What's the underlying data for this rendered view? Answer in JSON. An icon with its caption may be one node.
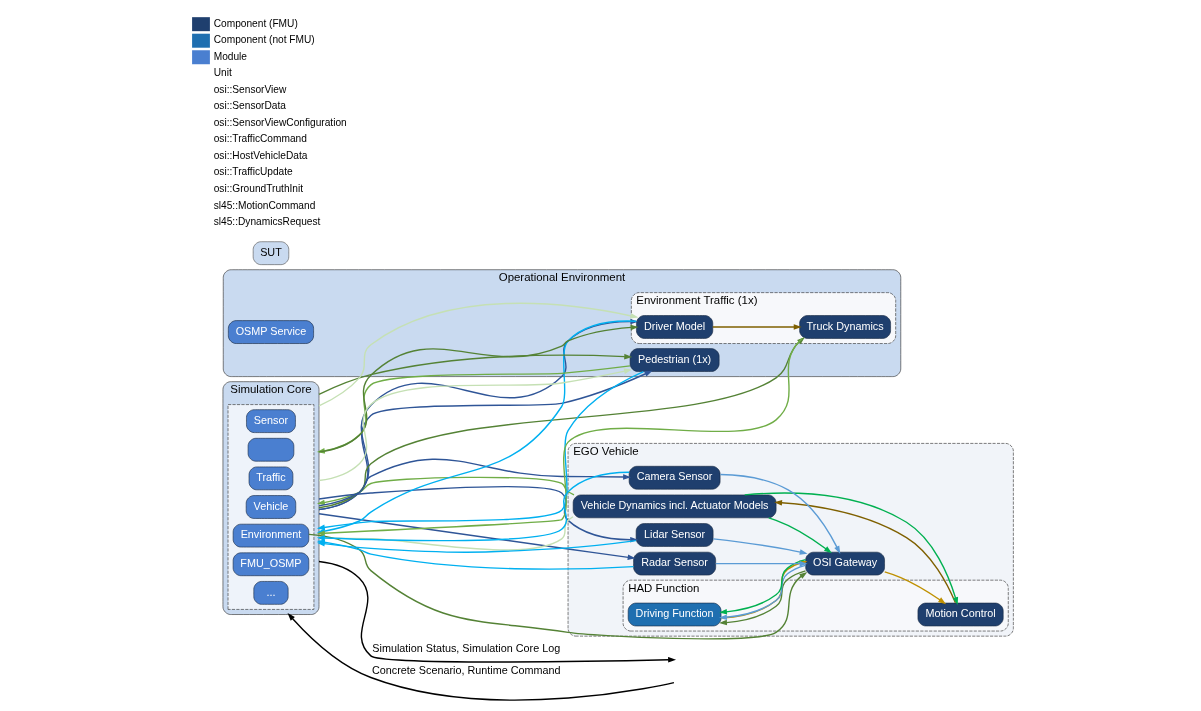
{
  "diagram": {
    "nodes": [
      {
        "text": [
          "Simulation Core"
        ]
      },
      {
        "text": [],
        "shape": "box",
        "in": 0
      },
      {
        "text": [
          "Vehicle"
        ],
        "in": 1
      },
      {
        "text": [
          "Environment"
        ],
        "in": 1
      },
      {
        "text": [],
        "shape": "box",
        "in": 1
      },
      {
        "text": [
          "Sensor"
        ],
        "in": 1
      },
      {
        "text": [
          "Traffic"
        ],
        "in": 1
      },
      {
        "text": [
          "FMU_OSMP"
        ],
        "in": 1
      },
      {
        "text": [
          "..."
        ],
        "in": 1
      },
      {
        "text": [
          "SUT"
        ]
      },
      {
        "text": [
          "Operational Environment"
        ]
      },
      {
        "text": [
          "EGO Vehicle"
        ]
      },
      {
        "text": [
          "HAD Function"
        ],
        "in": 11
      },
      {
        "text": [
          "Driving Function"
        ],
        "in": 12
      },
      {
        "text": [
          "Motion Control"
        ],
        "in": 12
      },
      {
        "text": [
          "Vehicle Dynamics incl. Actuator Models"
        ],
        "in": 11
      },
      {
        "text": [
          "OSI Gateway"
        ],
        "in": 11
      },
      {
        "text": [
          "Camera Sensor"
        ],
        "in": 11
      },
      {
        "text": [
          "Radar Sensor"
        ],
        "in": 11
      },
      {
        "text": [
          "Lidar Sensor"
        ],
        "in": 11
      },
      {
        "text": [
          "Pedestrian (1x)"
        ],
        "in": 10
      },
      {
        "text": [
          "OSMP Service"
        ],
        "in": 10
      },
      {
        "text": [
          "Environment Traffic (1x)"
        ],
        "in": 10
      },
      {
        "text": [
          "Driver Model"
        ],
        "in": 22
      },
      {
        "text": [
          "Truck Dynamics"
        ],
        "in": 22
      }
    ],
    "edges": [
      {
        "from": 3,
        "to": 16,
        "arrow": "to",
        "color": "#548235"
      },
      {
        "from": 0,
        "to": 17,
        "arrow": "to",
        "color": "#2f5597"
      },
      {
        "from": 17,
        "to": 0,
        "arrow": "to",
        "color": "#00b0f0"
      },
      {
        "from": 0,
        "to": 18,
        "arrow": "to",
        "color": "#2f5597"
      },
      {
        "from": 18,
        "to": 0,
        "arrow": "to",
        "color": "#00b0f0"
      },
      {
        "from": 0,
        "to": 19,
        "arrow": "to",
        "color": "#2f5597"
      },
      {
        "from": 19,
        "to": 0,
        "arrow": "to",
        "color": "#00b0f0"
      },
      {
        "from": 17,
        "to": 16,
        "arrow": "to",
        "color": "#5b9bd5"
      },
      {
        "from": 18,
        "to": 16,
        "arrow": "to",
        "color": "#5b9bd5"
      },
      {
        "from": 19,
        "to": 16,
        "arrow": "to",
        "color": "#5b9bd5"
      },
      {
        "from": 16,
        "to": 13,
        "arrow": "to",
        "color": "#548235"
      },
      {
        "from": 16,
        "to": 13,
        "arrow": "to",
        "color": "#5b9bd5"
      },
      {
        "from": 16,
        "to": 13,
        "arrow": "to",
        "color": "#00b050"
      },
      {
        "from": 13,
        "to": 16,
        "arrow": "to",
        "color": "#bf9000"
      },
      {
        "from": 16,
        "to": 14,
        "arrow": "to",
        "color": "#bf9000"
      },
      {
        "from": 15,
        "to": 16,
        "arrow": "to",
        "color": "#00b050"
      },
      {
        "from": 15,
        "to": 14,
        "arrow": "to",
        "color": "#00b050"
      },
      {
        "from": 14,
        "to": 15,
        "arrow": "to",
        "color": "#7f6000"
      },
      {
        "from": 15,
        "to": 0,
        "arrow": "to",
        "color": "#70ad47"
      },
      {
        "from": 15,
        "to": 0,
        "arrow": "to",
        "color": "#c5e0b4"
      },
      {
        "from": 0,
        "to": 20,
        "arrow": "to",
        "color": "#2f5597"
      },
      {
        "from": 20,
        "to": 0,
        "arrow": "to",
        "color": "#00b0f0"
      },
      {
        "from": 20,
        "to": 0,
        "arrow": "to",
        "color": "#70ad47"
      },
      {
        "from": 0,
        "to": 20,
        "arrow": "to",
        "color": "#548235"
      },
      {
        "from": 0,
        "to": 20,
        "arrow": "to",
        "color": "#c5e0b4"
      },
      {
        "from": 0,
        "to": 23,
        "arrow": "to",
        "color": "#2f5597"
      },
      {
        "from": 23,
        "to": 0,
        "arrow": "to",
        "color": "#00b0f0"
      },
      {
        "from": 0,
        "to": 23,
        "arrow": "to",
        "color": "#548235"
      },
      {
        "from": 0,
        "to": 23,
        "arrow": "to",
        "color": "#c5e0b4"
      },
      {
        "from": 23,
        "to": 24,
        "arrow": "to",
        "color": "#7f6000"
      },
      {
        "from": 0,
        "to": 24,
        "arrow": "to",
        "color": "#548235"
      },
      {
        "from": 24,
        "to": 0,
        "arrow": "to",
        "color": "#70ad47"
      },
      {
        "from": 0,
        "to": null,
        "arrow": "to",
        "label": "Simulation Status, Simulation Core Log",
        "color": "#000000"
      },
      {
        "from": null,
        "to": 0,
        "arrow": "to",
        "label": "Concrete Scenario, Runtime Command",
        "color": "#000000"
      }
    ],
    "legend": [
      {
        "text": "Component (FMU)",
        "color": "#1f3f6e"
      },
      {
        "text": "Component (not FMU)",
        "color": "#1f6fb0"
      },
      {
        "text": "Module",
        "color": "#4a7fd0"
      },
      {
        "text": "Unit"
      },
      {
        "text": "osi::SensorView"
      },
      {
        "text": "osi::SensorData"
      },
      {
        "text": "osi::SensorViewConfiguration"
      },
      {
        "text": "osi::TrafficCommand"
      },
      {
        "text": "osi::HostVehicleData"
      },
      {
        "text": "osi::TrafficUpdate"
      },
      {
        "text": "osi::GroundTruthInit"
      },
      {
        "text": "sl45::MotionCommand"
      },
      {
        "text": "sl45::DynamicsRequest"
      }
    ]
  }
}
